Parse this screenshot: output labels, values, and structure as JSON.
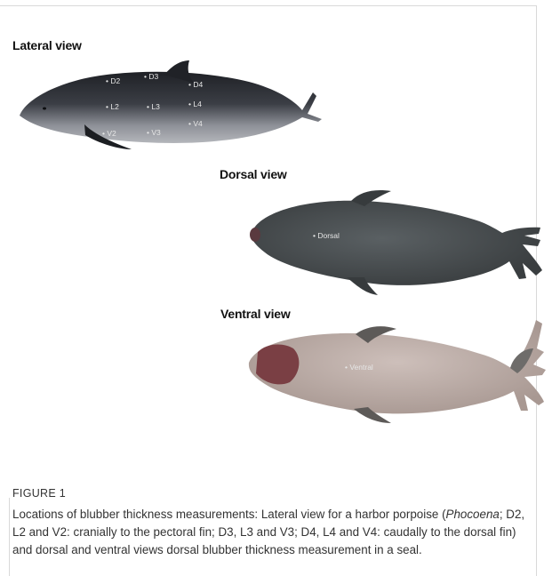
{
  "figure": {
    "views": {
      "lateral": "Lateral view",
      "dorsal": "Dorsal view",
      "ventral": "Ventral view"
    },
    "porpoise_labels": [
      "D2",
      "D3",
      "D4",
      "L2",
      "L3",
      "L4",
      "V2",
      "V3",
      "V4"
    ],
    "seal_labels": {
      "dorsal": "Dorsal",
      "ventral": "Ventral"
    }
  },
  "caption": {
    "figure_label": "FIGURE 1",
    "text_before_italic": "Locations of blubber thickness measurements: Lateral view for a harbor porpoise (",
    "italic": "Phocoena",
    "text_after_italic": "; D2, L2 and V2: cranially to the pectoral fin; D3, L3 and V3; D4, L4 and V4: caudally to the dorsal fin) and dorsal and ventral views dorsal blubber thickness measurement in a seal."
  },
  "colors": {
    "porpoise_dark": "#2b2d33",
    "porpoise_light": "#9a9ca3",
    "seal_dorsal": "#4a4f52",
    "seal_ventral": "#b8a9a4",
    "seal_snout": "#7a3f44"
  }
}
